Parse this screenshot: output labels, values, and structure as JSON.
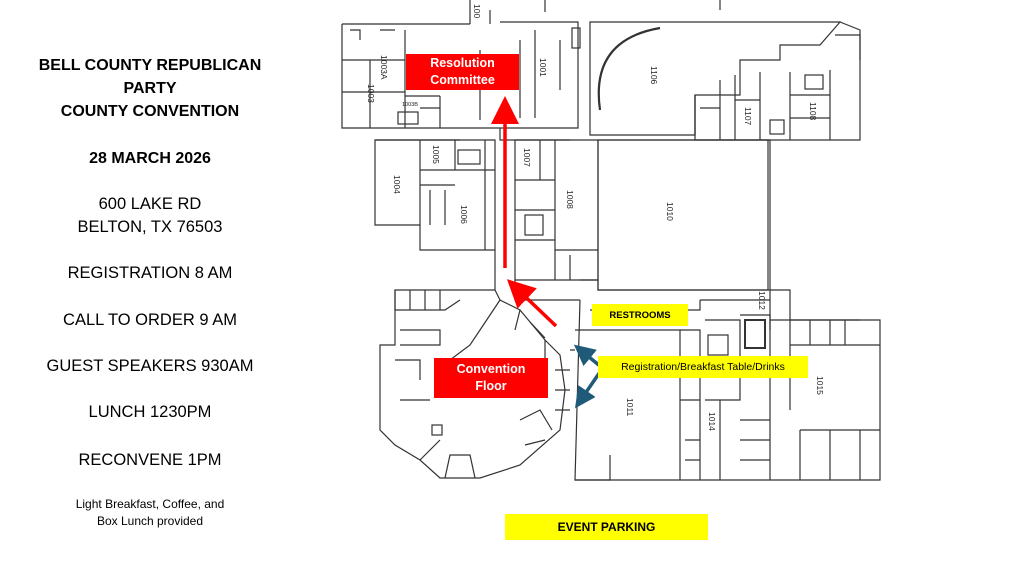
{
  "event": {
    "title_lines": [
      "BELL COUNTY REPUBLICAN",
      "PARTY",
      "COUNTY CONVENTION"
    ],
    "date": "28 MARCH 2026",
    "address_line1": "600 LAKE RD",
    "address_line2": "BELTON, TX 76503",
    "schedule": [
      "REGISTRATION 8 AM",
      "CALL TO ORDER 9 AM",
      "GUEST SPEAKERS 930AM",
      "LUNCH 1230PM",
      "RECONVENE 1PM"
    ],
    "note_line1": "Light Breakfast, Coffee, and",
    "note_line2": "Box Lunch provided"
  },
  "map": {
    "resolution_committee_line1": "Resolution",
    "resolution_committee_line2": "Committee",
    "convention_floor_line1": "Convention",
    "convention_floor_line2": "Floor",
    "restrooms": "RESTROOMS",
    "registration": "Registration/Breakfast Table/Drinks",
    "event_parking": "EVENT PARKING",
    "rooms": {
      "r1003A": "1003A",
      "r1003": "1003",
      "r1003B": "1003B",
      "r1001": "1001",
      "r1106": "1106",
      "r1107": "1107",
      "r1108": "1108",
      "r1005": "1005",
      "r1004": "1004",
      "r1006": "1006",
      "r1007": "1007",
      "r1008": "1008",
      "r1010": "1010",
      "r1012": "1012",
      "r1011": "1011",
      "r1014": "1014",
      "r1015": "1015",
      "r100": "100"
    }
  },
  "colors": {
    "route_red": "#ff0000",
    "arrow_blue": "#1f5a78",
    "highlight_yellow": "#ffff00",
    "wall": "#333333"
  }
}
